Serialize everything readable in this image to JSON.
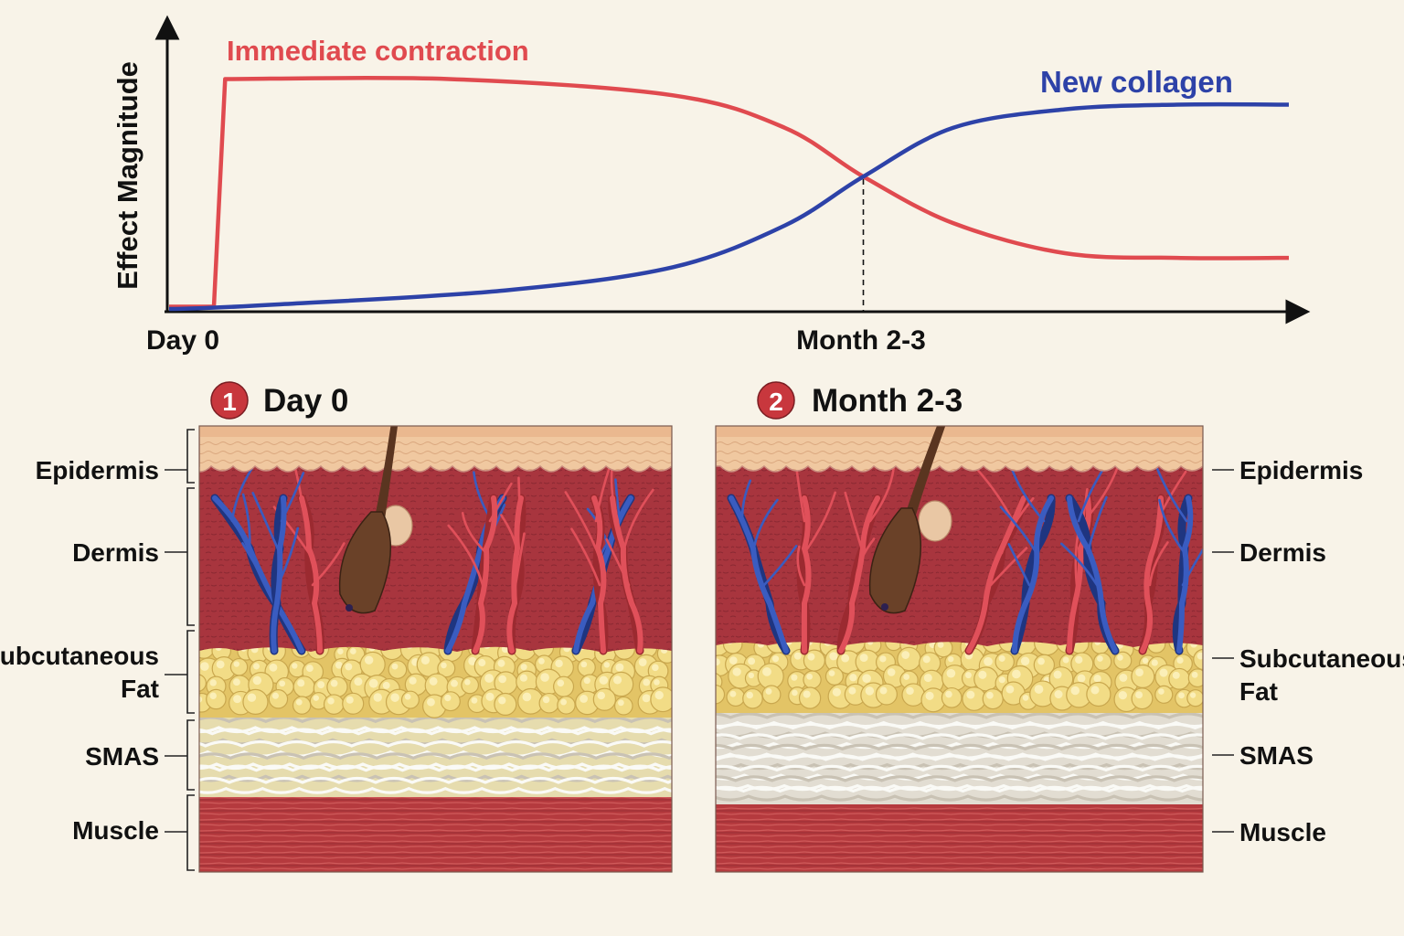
{
  "chart_data": {
    "type": "line",
    "ylabel": "Effect Magnitude",
    "x_ticks": [
      "Day 0",
      "Month 2-3"
    ],
    "series": [
      {
        "name": "Immediate contraction",
        "color": "#e04a4f",
        "x": [
          0,
          0.04,
          0.05,
          0.25,
          0.45,
          0.55,
          0.62,
          0.7,
          0.8,
          0.9,
          1.0
        ],
        "y": [
          0.01,
          0.01,
          0.99,
          0.99,
          0.92,
          0.78,
          0.57,
          0.37,
          0.24,
          0.22,
          0.22
        ]
      },
      {
        "name": "New collagen",
        "color": "#2d42a8",
        "x": [
          0,
          0.1,
          0.3,
          0.45,
          0.55,
          0.62,
          0.7,
          0.8,
          0.9,
          1.0
        ],
        "y": [
          0.0,
          0.02,
          0.08,
          0.18,
          0.36,
          0.57,
          0.78,
          0.86,
          0.88,
          0.88
        ]
      }
    ],
    "marker": {
      "label": "Month 2-3",
      "x": 0.62
    }
  },
  "panels": [
    {
      "number": "1",
      "title": "Day 0"
    },
    {
      "number": "2",
      "title": "Month 2-3"
    }
  ],
  "layers": [
    "Epidermis",
    "Dermis",
    "Subcutaneous Fat",
    "SMAS",
    "Muscle"
  ],
  "colors": {
    "background": "#f8f3e8",
    "axis": "#111111",
    "badge": "#c8373d",
    "epidermis": "#f0c8a0",
    "dermis": "#a8353e",
    "fat": "#e9d27a",
    "smas": "#e6e2d8",
    "muscle": "#b53a3e",
    "artery": "#e0505a",
    "vein": "#3a5cc0",
    "hair": "#5a3520"
  }
}
